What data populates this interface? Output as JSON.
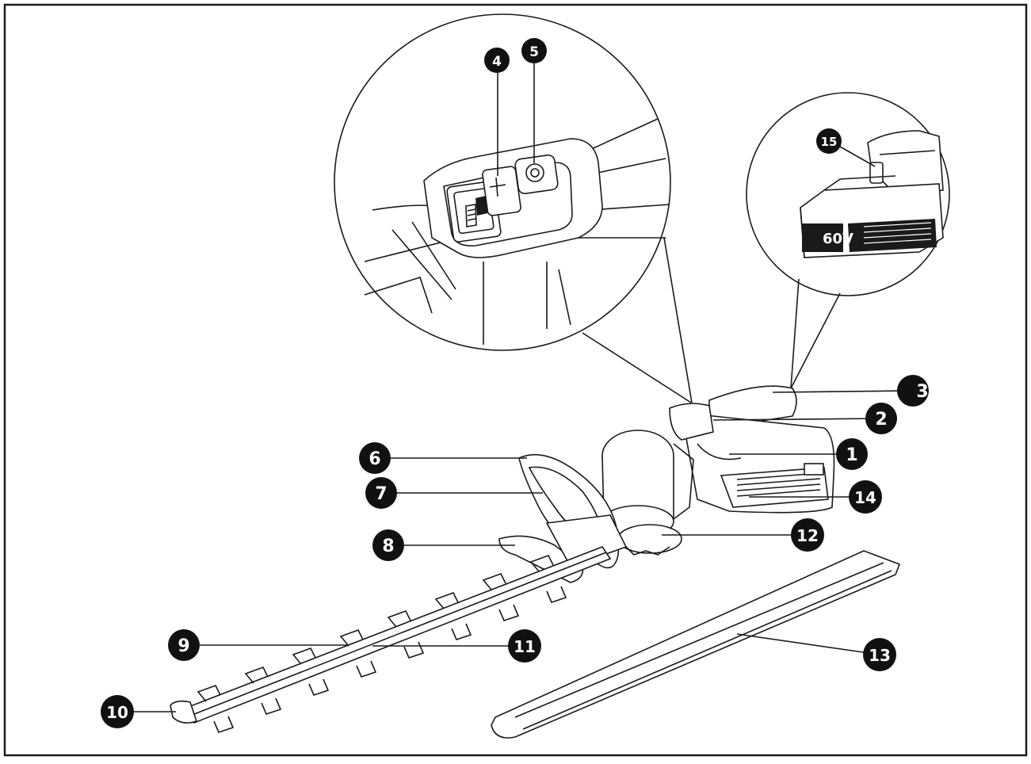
{
  "colors": {
    "ink": "#1a1a1a",
    "paper": "#ffffff",
    "badge": "#111111",
    "badge_text": "#ffffff",
    "shade": "#d9d9d9"
  },
  "callouts": [
    {
      "id": "1",
      "label": "1"
    },
    {
      "id": "2",
      "label": "2"
    },
    {
      "id": "3",
      "label": "3"
    },
    {
      "id": "4",
      "label": "4"
    },
    {
      "id": "5",
      "label": "5"
    },
    {
      "id": "6",
      "label": "6"
    },
    {
      "id": "7",
      "label": "7"
    },
    {
      "id": "8",
      "label": "8"
    },
    {
      "id": "9",
      "label": "9"
    },
    {
      "id": "10",
      "label": "10"
    },
    {
      "id": "11",
      "label": "11"
    },
    {
      "id": "12",
      "label": "12"
    },
    {
      "id": "13",
      "label": "13"
    },
    {
      "id": "14",
      "label": "14"
    },
    {
      "id": "15",
      "label": "15"
    }
  ],
  "battery": {
    "voltage_label": "60V"
  }
}
